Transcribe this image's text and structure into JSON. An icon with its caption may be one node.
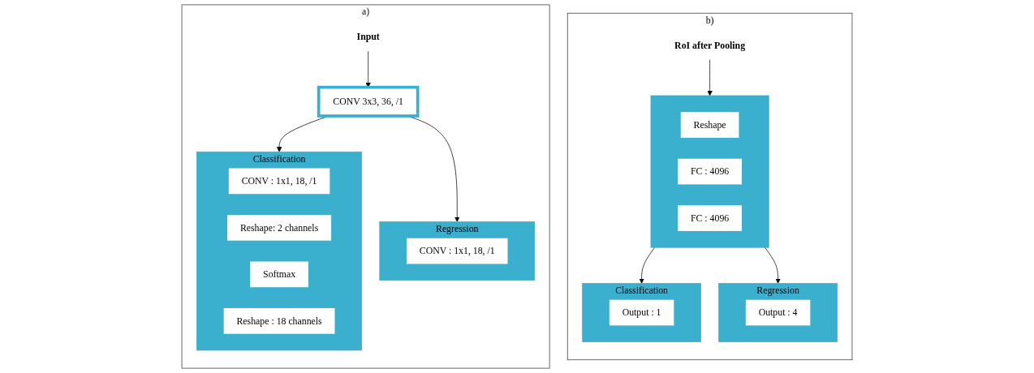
{
  "diagram": {
    "nodes": [
      {
        "text": [
          "a)"
        ]
      },
      {
        "text": [
          "Input"
        ],
        "in": 0
      },
      {
        "text": [
          "CONV 3x3, 36, /1"
        ],
        "in": 0
      },
      {
        "text": [
          "Classification"
        ],
        "in": 0
      },
      {
        "text": [
          "CONV : 1x1, 18, /1"
        ],
        "in": 3
      },
      {
        "text": [
          "Reshape: 2 channels"
        ],
        "in": 3
      },
      {
        "text": [
          "Softmax"
        ],
        "in": 3
      },
      {
        "text": [
          "Reshape : 18 channels"
        ],
        "in": 3
      },
      {
        "text": [
          "Regression"
        ],
        "in": 0
      },
      {
        "text": [
          "CONV : 1x1, 18, /1"
        ],
        "in": 8
      },
      {
        "text": [
          "b)"
        ]
      },
      {
        "text": [
          "RoI after Pooling"
        ],
        "in": 10
      },
      {
        "text": [],
        "shape": "box",
        "in": 10
      },
      {
        "text": [
          "Reshape"
        ],
        "in": 12
      },
      {
        "text": [
          "FC : 4096"
        ],
        "in": 12
      },
      {
        "text": [
          "FC : 4096"
        ],
        "in": 12
      },
      {
        "text": [
          "Classification"
        ],
        "in": 10
      },
      {
        "text": [
          "Output : 1"
        ],
        "in": 16
      },
      {
        "text": [
          "Regression"
        ],
        "in": 10
      },
      {
        "text": [
          "Output : 4"
        ],
        "in": 18
      }
    ],
    "edges": [
      {
        "from": 1,
        "to": 2,
        "arrow": "to"
      },
      {
        "from": 2,
        "to": 3,
        "arrow": "to"
      },
      {
        "from": 2,
        "to": 8,
        "arrow": "to"
      },
      {
        "from": 11,
        "to": 12,
        "arrow": "to"
      },
      {
        "from": 12,
        "to": 16,
        "arrow": "to"
      },
      {
        "from": 12,
        "to": 18,
        "arrow": "to"
      }
    ]
  }
}
